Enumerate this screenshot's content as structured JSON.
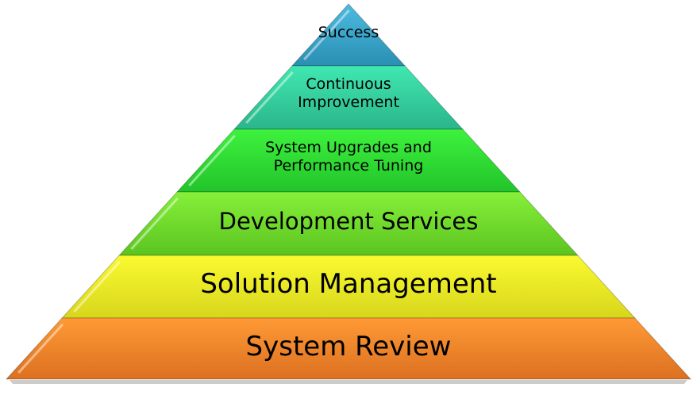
{
  "layers": [
    {
      "label": "Success",
      "colors": [
        "#4dbbe0",
        "#2a8fb3"
      ]
    },
    {
      "label_lines": [
        "Continuous",
        "Improvement"
      ],
      "colors": [
        "#40e8b0",
        "#2bb58a"
      ]
    },
    {
      "label_lines": [
        "System Upgrades and",
        "Performance Tuning"
      ],
      "colors": [
        "#3ef23e",
        "#22c42a"
      ]
    },
    {
      "label": "Development Services",
      "colors": [
        "#86f03a",
        "#5cc420"
      ]
    },
    {
      "label": "Solution Management",
      "colors": [
        "#fafa30",
        "#d8d61c"
      ]
    },
    {
      "label": "System Review",
      "colors": [
        "#ff9a36",
        "#dc7020"
      ]
    }
  ]
}
